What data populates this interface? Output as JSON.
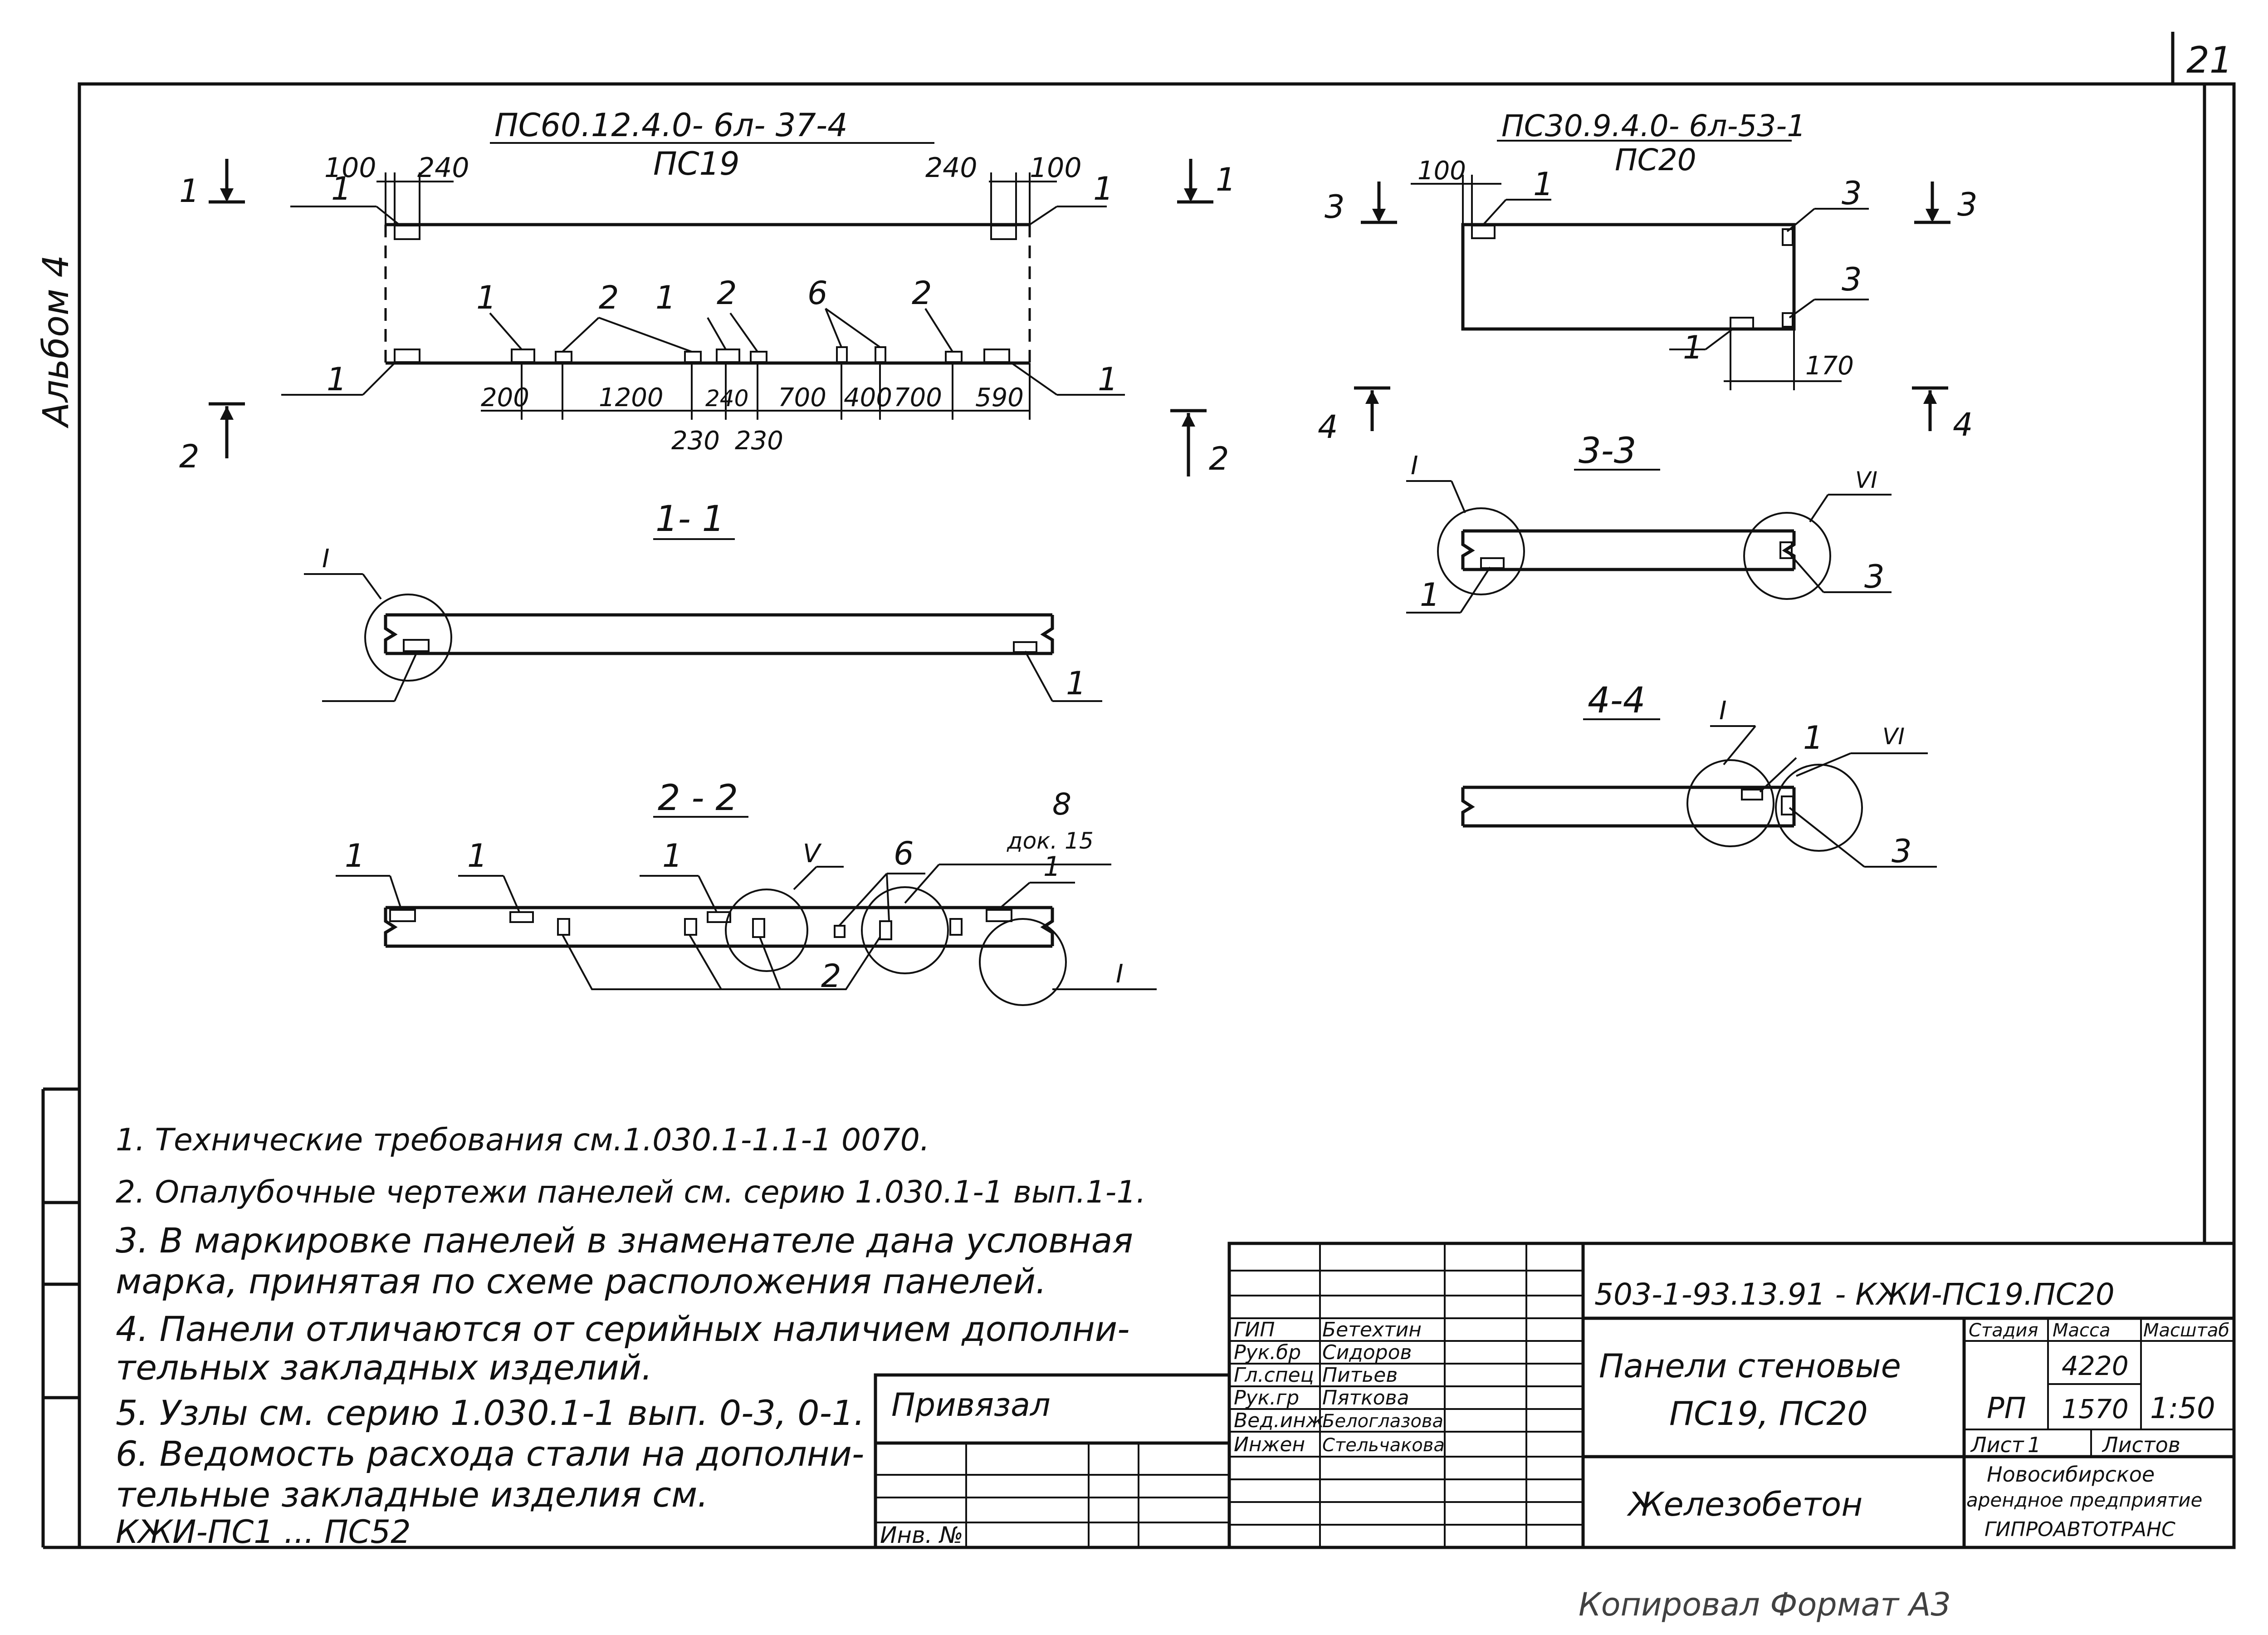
{
  "sheet_number": "21",
  "album_label": "Альбом 4",
  "panel_ps19": {
    "mark": "ПС60.12.4.0- 6л- 37-4",
    "name": "ПС19",
    "top_dims": [
      "100",
      "240",
      "240",
      "100"
    ],
    "bottom_dims": [
      "200",
      "1200",
      "240",
      "700",
      "400",
      "700",
      "590"
    ],
    "bottom_dims_sub": [
      "230",
      "230"
    ],
    "callouts": [
      "1",
      "1",
      "1",
      "1",
      "1",
      "2",
      "1",
      "2",
      "6",
      "2"
    ],
    "section_arrows": [
      "1",
      "1",
      "2",
      "2"
    ]
  },
  "panel_ps20": {
    "mark": "ПС30.9.4.0- 6л-53-1",
    "name": "ПС20",
    "top_dims": [
      "100"
    ],
    "right_dim": "170",
    "callouts": [
      "1",
      "3",
      "3",
      "1"
    ],
    "section_arrows": [
      "3",
      "3",
      "4",
      "4"
    ]
  },
  "section_1_1": {
    "title": "1- 1",
    "node": "I",
    "callouts": [
      "1"
    ]
  },
  "section_2_2": {
    "title": "2 - 2",
    "callouts": [
      "1",
      "1",
      "1",
      "6",
      "8",
      "1",
      "2"
    ],
    "nodes": [
      "V",
      "I"
    ],
    "doc_ref": "док. 15"
  },
  "section_3_3": {
    "title": "3-3",
    "nodes": [
      "I",
      "VI"
    ],
    "callouts": [
      "1",
      "3"
    ]
  },
  "section_4_4": {
    "title": "4-4",
    "nodes": [
      "I",
      "VI"
    ],
    "callouts": [
      "1",
      "3"
    ]
  },
  "notes": [
    "1. Технические требования см.1.030.1-1.1-1 0070.",
    "2. Опалубочные чертежи панелей см. серию 1.030.1-1 вып.1-1.",
    "3. В маркировке панелей в знаменателе дана условная",
    "марка, принятая по схеме расположения панелей.",
    "4. Панели отличаются от серийных наличием дополни-",
    "тельных закладных изделий.",
    "5. Узлы см. серию 1.030.1-1 вып. 0-3, 0-1.",
    "6. Ведомость расхода стали на дополни-",
    "тельные закладные изделия см.",
    "КЖИ-ПС1 ... ПС52"
  ],
  "bound_box": {
    "label": "Привязал",
    "inv_label": "Инв. №"
  },
  "title_block": {
    "code": "503-1-93.13.91 - КЖИ-ПС19.ПС20",
    "title_line1": "Панели стеновые",
    "title_line2": "ПС19, ПС20",
    "material": "Железобетон",
    "col_headers": [
      "Стадия",
      "Масса",
      "Масштаб"
    ],
    "stage": "РП",
    "mass": [
      "4220",
      "1570"
    ],
    "scale": "1:50",
    "sheet_label": "Лист",
    "sheet_value": "1",
    "sheets_label": "Листов",
    "org": [
      "Новосибирское",
      "арендное предприятие",
      "ГИПРОАВТОТРАНС"
    ],
    "signers": [
      {
        "role": "ГИП",
        "name": "Бетехтин"
      },
      {
        "role": "Рук.бр",
        "name": "Сидоров"
      },
      {
        "role": "Гл.спец",
        "name": "Питьев"
      },
      {
        "role": "Рук.гр",
        "name": "Пяткова"
      },
      {
        "role": "Вед.инж",
        "name": "Белоглазова"
      },
      {
        "role": "Инжен",
        "name": "Стельчакова"
      }
    ]
  },
  "footer_text": "Копировал   Формат А3"
}
